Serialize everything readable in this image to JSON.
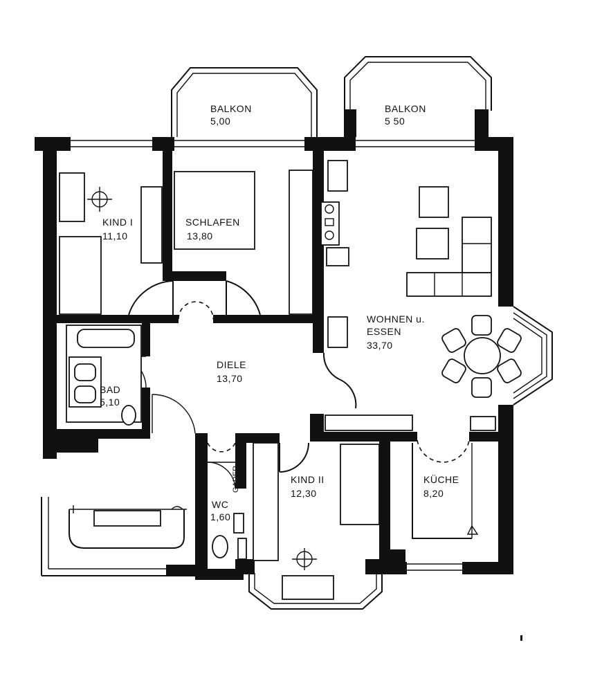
{
  "rooms": {
    "balkon_left": {
      "name": "BALKON",
      "area": "5,00"
    },
    "balkon_right": {
      "name": "BALKON",
      "area": "5 50"
    },
    "kind1": {
      "name": "KIND I",
      "area": "11,10"
    },
    "schlafen": {
      "name": "SCHLAFEN",
      "area": "13,80"
    },
    "wohnen": {
      "name": "WOHNEN u.",
      "name2": "ESSEN",
      "area": "33,70"
    },
    "diele": {
      "name": "DIELE",
      "area": "13,70"
    },
    "bad": {
      "name": "BAD",
      "area": "5,10"
    },
    "kind2": {
      "name": "KIND II",
      "area": "12,30"
    },
    "kueche": {
      "name": "KÜCHE",
      "area": "8,20"
    },
    "wc": {
      "name": "WC",
      "area": "1,60"
    },
    "gader": {
      "name": "GADER."
    }
  }
}
